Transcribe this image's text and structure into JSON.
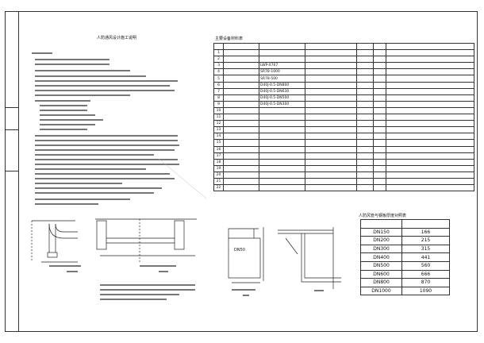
{
  "notes": {
    "title": "人防通风设计施工说明"
  },
  "equipment_table": {
    "title": "主要设备材料表",
    "rows": [
      {
        "no": "",
        "name": "",
        "model": "",
        "spec": "",
        "unit": "",
        "qty": "",
        "remark": ""
      },
      {
        "no": "1",
        "name": "",
        "model": "",
        "spec": "",
        "unit": "",
        "qty": "",
        "remark": ""
      },
      {
        "no": "2",
        "name": "",
        "model": "",
        "spec": "",
        "unit": "",
        "qty": "",
        "remark": ""
      },
      {
        "no": "3",
        "name": "",
        "model": "LWP-X767",
        "spec": "",
        "unit": "",
        "qty": "",
        "remark": ""
      },
      {
        "no": "4",
        "name": "",
        "model": "SR78-1000",
        "spec": "",
        "unit": "",
        "qty": "",
        "remark": ""
      },
      {
        "no": "5",
        "name": "",
        "model": "SR78-500",
        "spec": "",
        "unit": "",
        "qty": "",
        "remark": ""
      },
      {
        "no": "6",
        "name": "",
        "model": "D40J-0.5-DN800",
        "spec": "",
        "unit": "",
        "qty": "",
        "remark": ""
      },
      {
        "no": "7",
        "name": "",
        "model": "D40J-0.5-DN630",
        "spec": "",
        "unit": "",
        "qty": "",
        "remark": ""
      },
      {
        "no": "8",
        "name": "",
        "model": "D40J-0.5-DN500",
        "spec": "",
        "unit": "",
        "qty": "",
        "remark": ""
      },
      {
        "no": "9",
        "name": "",
        "model": "D40J-0.5-DN300",
        "spec": "",
        "unit": "",
        "qty": "",
        "remark": ""
      },
      {
        "no": "10",
        "name": "",
        "model": "",
        "spec": "",
        "unit": "",
        "qty": "",
        "remark": ""
      },
      {
        "no": "11",
        "name": "",
        "model": "",
        "spec": "",
        "unit": "",
        "qty": "",
        "remark": ""
      },
      {
        "no": "12",
        "name": "",
        "model": "",
        "spec": "",
        "unit": "",
        "qty": "",
        "remark": ""
      },
      {
        "no": "13",
        "name": "",
        "model": "",
        "spec": "",
        "unit": "",
        "qty": "",
        "remark": ""
      },
      {
        "no": "14",
        "name": "",
        "model": "",
        "spec": "",
        "unit": "",
        "qty": "",
        "remark": ""
      },
      {
        "no": "15",
        "name": "",
        "model": "",
        "spec": "",
        "unit": "",
        "qty": "",
        "remark": ""
      },
      {
        "no": "16",
        "name": "",
        "model": "",
        "spec": "",
        "unit": "",
        "qty": "",
        "remark": ""
      },
      {
        "no": "17",
        "name": "",
        "model": "",
        "spec": "",
        "unit": "",
        "qty": "",
        "remark": ""
      },
      {
        "no": "18",
        "name": "",
        "model": "",
        "spec": "",
        "unit": "",
        "qty": "",
        "remark": ""
      },
      {
        "no": "19",
        "name": "",
        "model": "",
        "spec": "",
        "unit": "",
        "qty": "",
        "remark": ""
      },
      {
        "no": "20",
        "name": "",
        "model": "",
        "spec": "",
        "unit": "",
        "qty": "",
        "remark": ""
      },
      {
        "no": "21",
        "name": "",
        "model": "",
        "spec": "",
        "unit": "",
        "qty": "",
        "remark": ""
      },
      {
        "no": "22",
        "name": "",
        "model": "",
        "spec": "",
        "unit": "",
        "qty": "",
        "remark": ""
      }
    ]
  },
  "pipe_table": {
    "title": "人防风管与钢板厚度对照表",
    "header": [
      "",
      ""
    ],
    "rows": [
      [
        "DN150",
        "166"
      ],
      [
        "DN200",
        "215"
      ],
      [
        "DN300",
        "315"
      ],
      [
        "DN400",
        "441"
      ],
      [
        "DN500",
        "560"
      ],
      [
        "DN600",
        "666"
      ],
      [
        "DN800",
        "870"
      ],
      [
        "DN1000",
        "1090"
      ]
    ]
  },
  "detail_labels": {
    "tube_size": "DN50"
  }
}
